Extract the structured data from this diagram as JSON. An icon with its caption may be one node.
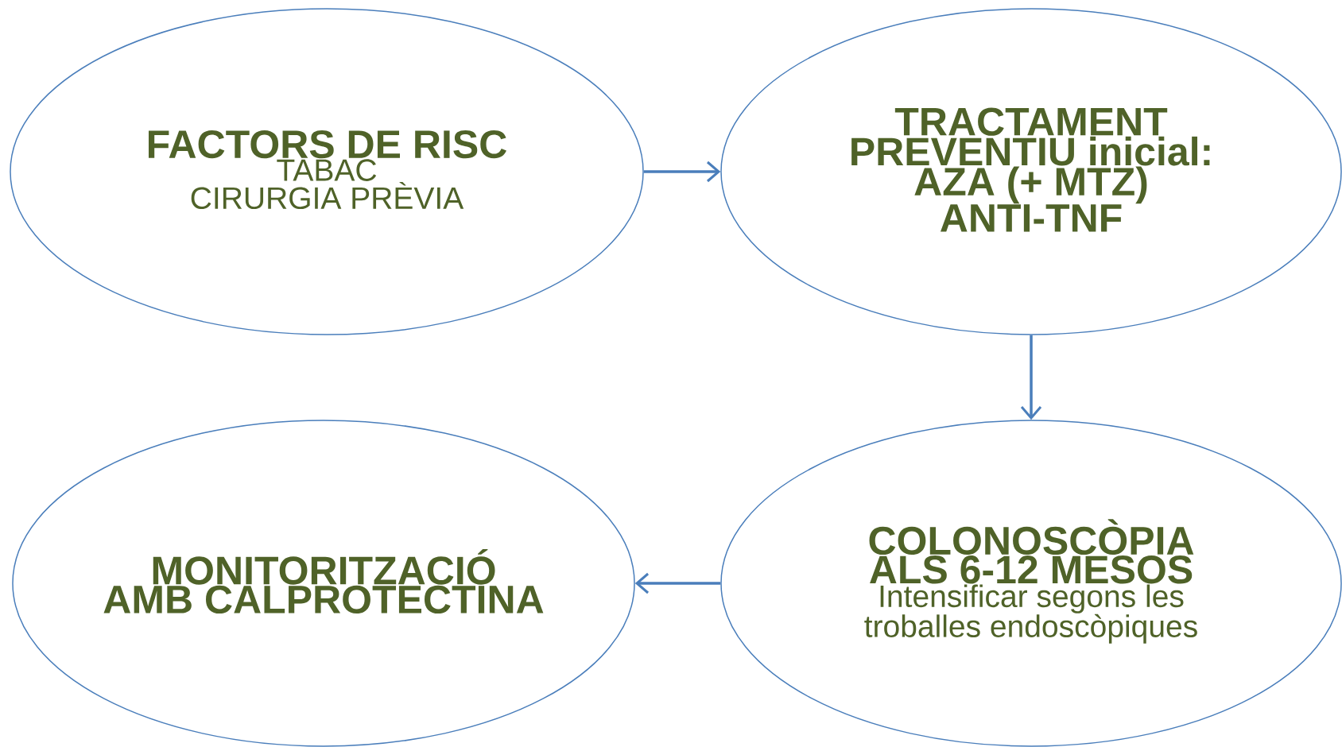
{
  "diagram": {
    "nodes": [
      {
        "text": [
          "FACTORS DE RISC",
          "TABAC",
          "CIRURGIA PRÈVIA"
        ]
      },
      {
        "text": [
          "TRACTAMENT PREVENTIU inicial:",
          "AZA (+ MTZ)",
          "ANTI-TNF"
        ]
      },
      {
        "text": [
          "COLONOSCÒPIA ALS 6-12 MESOS",
          "Intensificar segons les troballes endoscòpiques"
        ]
      },
      {
        "text": [
          "MONITORITZACIÓ AMB CALPROTECTINA"
        ]
      }
    ],
    "edges": [
      {
        "from": 0,
        "to": 1,
        "arrow": "to"
      },
      {
        "from": 1,
        "to": 2,
        "arrow": "to"
      },
      {
        "from": 2,
        "to": 3,
        "arrow": "to"
      }
    ]
  }
}
